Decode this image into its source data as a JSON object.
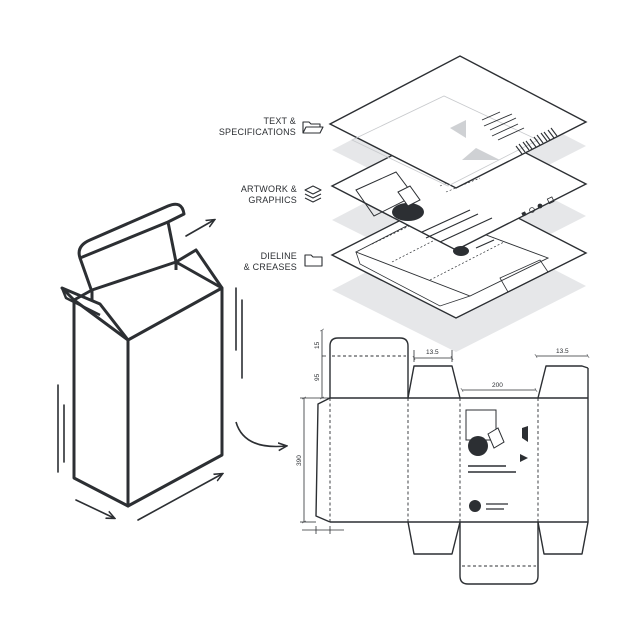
{
  "layers": [
    {
      "line1": "TEXT &",
      "line2": "SPECIFICATIONS",
      "icon": "folder-open-icon"
    },
    {
      "line1": "ARTWORK &",
      "line2": "GRAPHICS",
      "icon": "layers-stack-icon"
    },
    {
      "line1": "DIELINE",
      "line2": "& CREASES",
      "icon": "folder-icon"
    }
  ],
  "dimensions": {
    "top_flap_height": "15",
    "tuck_height": "95",
    "top_width": "13.5",
    "side_width": "13.5",
    "panel_width": "200",
    "panel_height": "390"
  },
  "colors": {
    "stroke": "#2c2f33",
    "shadow_sheet": "#e6e7e9",
    "fill_dark": "#2c2f33"
  }
}
